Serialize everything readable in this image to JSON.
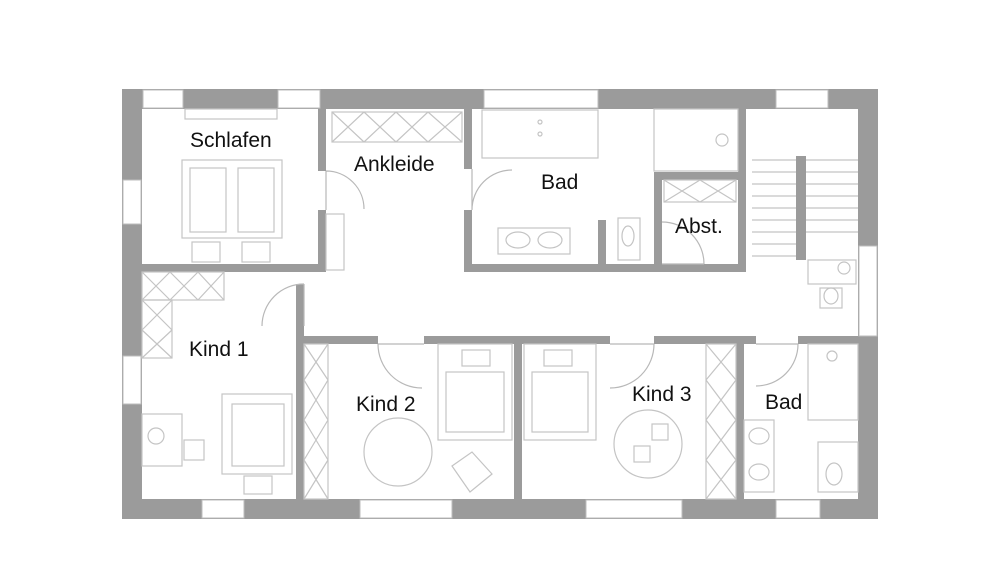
{
  "floor_plan": {
    "rooms": [
      {
        "id": "schlafen",
        "label": "Schlafen"
      },
      {
        "id": "ankleide",
        "label": "Ankleide"
      },
      {
        "id": "bad-main",
        "label": "Bad"
      },
      {
        "id": "abst",
        "label": "Abst."
      },
      {
        "id": "kind-1",
        "label": "Kind 1"
      },
      {
        "id": "kind-2",
        "label": "Kind 2"
      },
      {
        "id": "kind-3",
        "label": "Kind 3"
      },
      {
        "id": "bad-small",
        "label": "Bad"
      }
    ]
  },
  "colors": {
    "wall": "#9b9b9b",
    "fixture_line": "#c4c4c4",
    "label": "#111111",
    "background": "#ffffff"
  }
}
